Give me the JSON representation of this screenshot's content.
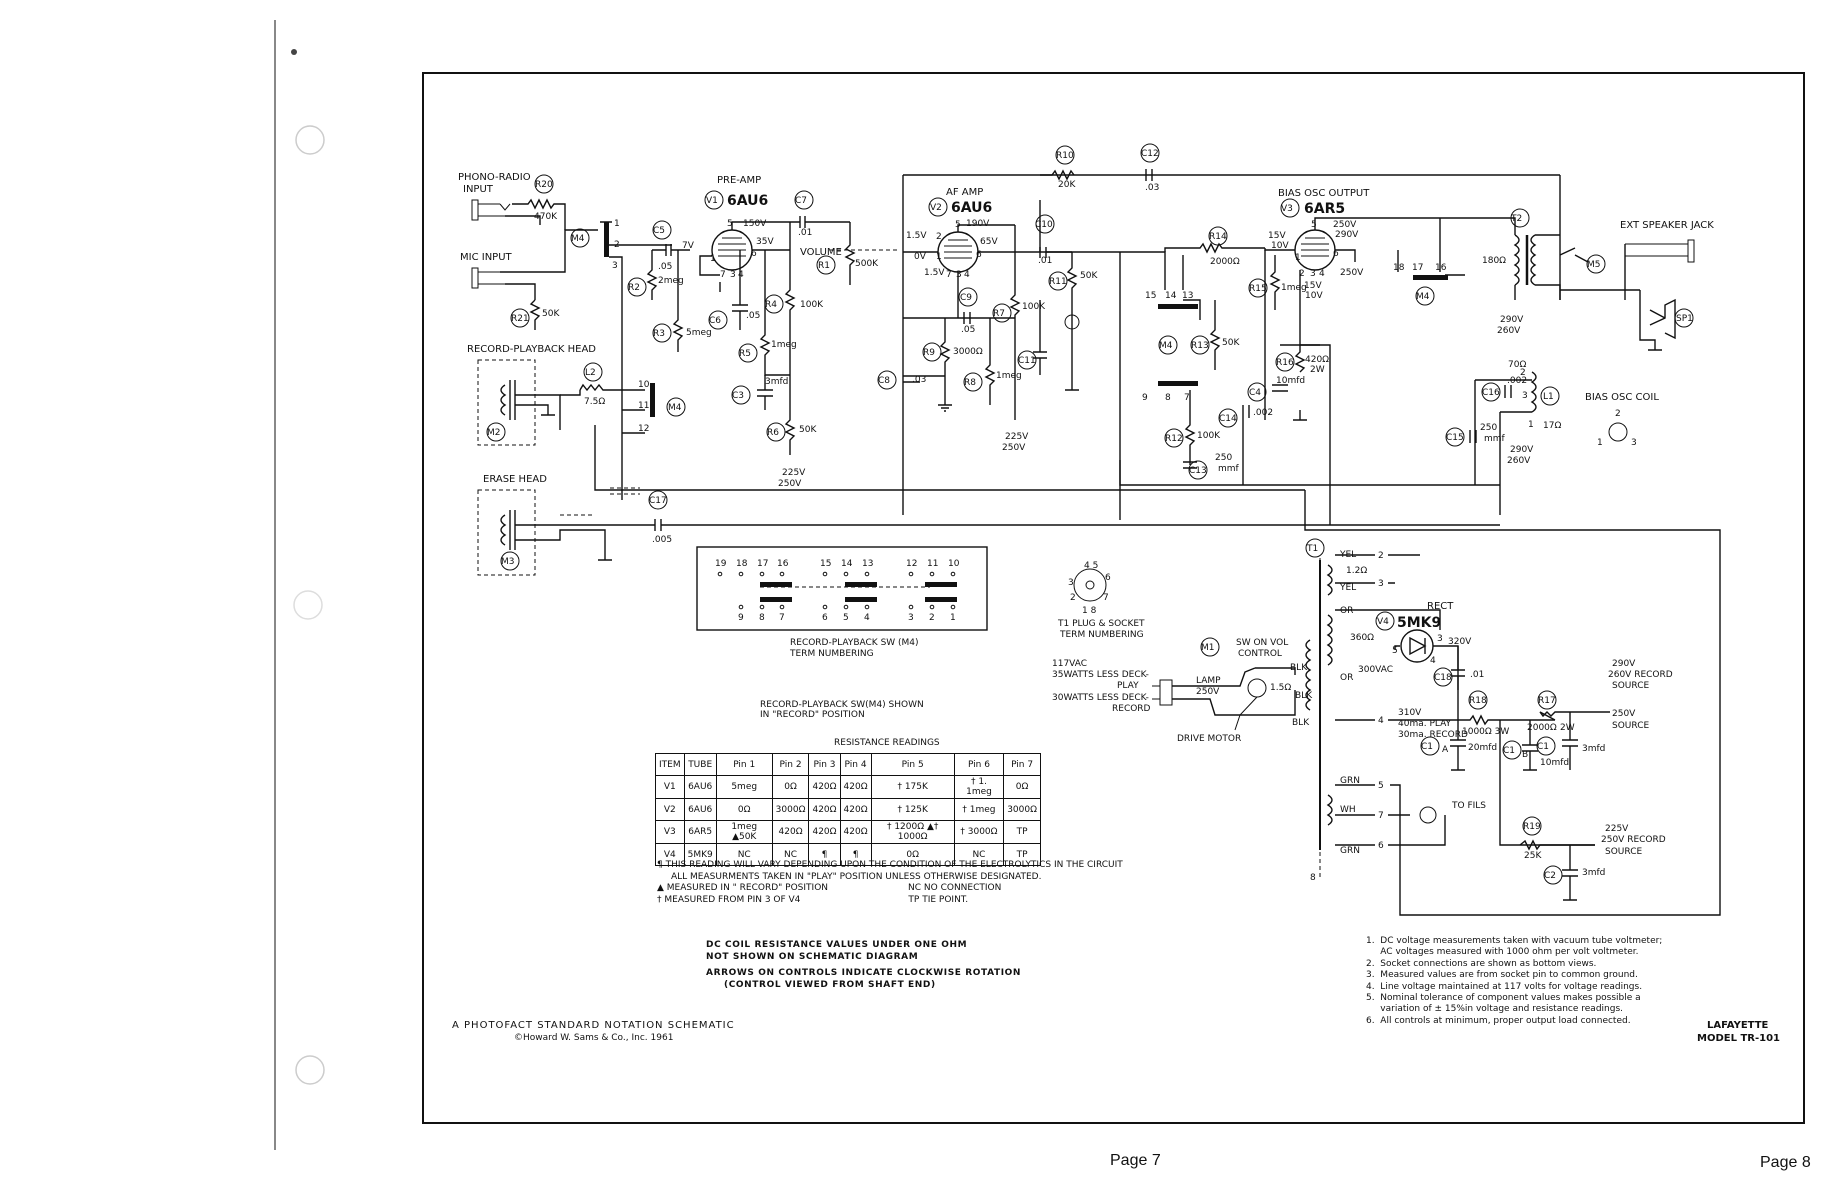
{
  "inputs": {
    "phono_radio": "PHONO-RADIO",
    "input": "INPUT",
    "mic_input": "MIC INPUT",
    "record_playback_head": "RECORD-PLAYBACK HEAD",
    "erase_head": "ERASE HEAD",
    "ext_speaker_jack": "EXT SPEAKER JACK",
    "bias_osc_coil": "BIAS OSC COIL"
  },
  "tubes": {
    "v1": {
      "ref": "V1",
      "type": "6AU6",
      "title": "PRE-AMP"
    },
    "v2": {
      "ref": "V2",
      "type": "6AU6",
      "title": "AF AMP"
    },
    "v3": {
      "ref": "V3",
      "type": "6AR5",
      "title": "BIAS OSC OUTPUT"
    },
    "v4": {
      "ref": "V4",
      "type": "5MK9",
      "title": "RECT"
    }
  },
  "components": {
    "r20": "R20",
    "r20_val": "470K",
    "r21": "R21",
    "r21_val": "50K",
    "r1": "R1",
    "r1_val": "500K",
    "volume": "VOLUME",
    "r2": "R2",
    "r2_val": "2meg",
    "r3": "R3",
    "r3_val": "5meg",
    "r4": "R4",
    "r4_val": "100K",
    "r5": "R5",
    "r5_val": "1meg",
    "r6": "R6",
    "r6_val": "50K",
    "r7": "R7",
    "r7_val": "100K",
    "r8": "R8",
    "r8_val": "1meg",
    "r9": "R9",
    "r9_val": "3000Ω",
    "r10": "R10",
    "r10_val": "20K",
    "r11": "R11",
    "r11_val": "50K",
    "r12": "R12",
    "r12_val": "100K",
    "r13": "R13",
    "r13_val": "50K",
    "r14": "R14",
    "r14_val": "2000Ω",
    "r15": "R15",
    "r15_val": "1meg",
    "r16": "R16",
    "r16_val": "420Ω",
    "r16_w": "2W",
    "c5": "C5",
    "c5_val": ".05",
    "c6": "C6",
    "c6_val": ".05",
    "c7": "C7",
    "c7_val": ".01",
    "c3": "C3",
    "c3_val": "3mfd",
    "c8": "C8",
    "c8_val": ".03",
    "c9": "C9",
    "c9_val": ".05",
    "c10": "C10",
    "c10_val": ".01",
    "c11": "C11",
    "c12": "C12",
    "c12_val": ".03",
    "c13": "C13",
    "c13_val": "250",
    "c13_unit": "mmf",
    "c14": "C14",
    "c14_val": ".002",
    "c4": "C4",
    "c4_val": "10mfd",
    "c15": "C15",
    "c15_val": "250",
    "c15_unit": "mmf",
    "c16": "C16",
    "c16_val": ".002",
    "c17": "C17",
    "c17_val": ".005",
    "c18": "C18",
    "c18_val": ".01",
    "l1": "L1",
    "l1_a": "70Ω",
    "l1_b": "17Ω",
    "l2": "L2",
    "l2_val": "7.5Ω",
    "m1": "M1",
    "m2": "M2",
    "m3": "M3",
    "m4": "M4",
    "m5": "M5",
    "t1": "T1",
    "t2": "T2",
    "t2_val": "180Ω",
    "sp1": "SP1",
    "r17": "R17",
    "r17_val": "2000Ω",
    "r17_w": "2W",
    "r18": "R18",
    "r18_val": "1000Ω 3W",
    "r19": "R19",
    "r19_val": "25K",
    "c1a": "C1",
    "c1a_val": "20mfd",
    "c1b": "C1",
    "c1b_val": "10mfd",
    "c1c": "C1",
    "c1c_val": "3mfd",
    "c2": "C2",
    "c2_val": "3mfd"
  },
  "voltages": {
    "v1_150": "150V",
    "v1_35": "35V",
    "v1_7": "7V",
    "v2_190": "190V",
    "v2_65": "65V",
    "v2_15a": "1.5V",
    "v2_0": "0V",
    "v2_15b": "1.5V",
    "b225": "225V",
    "b250": "250V",
    "b225b": "225V",
    "b250b": "250V",
    "v3_250": "250V",
    "v3_290": "290V",
    "v3_250b": "250V",
    "v3_15": "15V",
    "v3_10": "10V",
    "v3_15b": "15V",
    "v3_10b": "10V",
    "t2_290": "290V",
    "t2_260": "260V",
    "l1_290": "290V",
    "l1_260": "260V",
    "rect_320": "320V",
    "rect_300vac": "300VAC",
    "rec_310": "310V",
    "p1": "290V",
    "p1b": "260V RECORD",
    "p1c": "SOURCE",
    "p2": "250V",
    "p2b": "SOURCE",
    "p3": "225V",
    "p3b": "250V RECORD",
    "p3c": "SOURCE"
  },
  "transformer": {
    "yel": "YEL",
    "yel2": "YEL",
    "or": "OR",
    "or2": "OR",
    "grn": "GRN",
    "grn2": "GRN",
    "wh": "WH",
    "ohm12": "1.2Ω",
    "ohm360": "360Ω",
    "blk": "BLK",
    "blk2": "BLK",
    "blk3": "BLK",
    "ohm15": "1.5Ω",
    "fils": "TO FILS",
    "ma40": "40ma. PLAY",
    "ma30": "30ma. RECORD"
  },
  "power": {
    "sw": "SW ON VOL",
    "ctrl": "CONTROL",
    "vac": "117VAC",
    "w35": "35WATTS LESS DECK-",
    "play": "PLAY",
    "w30": "30WATTS LESS DECK-",
    "record": "RECORD",
    "lamp": "LAMP",
    "lamp_v": "250V",
    "motor": "DRIVE MOTOR"
  },
  "switch": {
    "pins_top": [
      "19",
      "18",
      "17",
      "16",
      "15",
      "14",
      "13",
      "12",
      "11",
      "10"
    ],
    "pins_bottom": [
      "9",
      "8",
      "7",
      "6",
      "5",
      "4",
      "3",
      "2",
      "1"
    ],
    "caption1": "RECORD-PLAYBACK SW (M4)",
    "caption2": "TERM NUMBERING",
    "shown1": "RECORD-PLAYBACK SW(M4) SHOWN",
    "shown2": "IN \"RECORD\" POSITION"
  },
  "socket": {
    "caption1": "T1 PLUG & SOCKET",
    "caption2": "TERM NUMBERING"
  },
  "resistance_table": {
    "title": "RESISTANCE READINGS",
    "headers": [
      "ITEM",
      "TUBE",
      "Pin 1",
      "Pin 2",
      "Pin 3",
      "Pin 4",
      "Pin 5",
      "Pin 6",
      "Pin 7"
    ],
    "rows": [
      [
        "V1",
        "6AU6",
        "5meg",
        "0Ω",
        "420Ω",
        "420Ω",
        "† 175K",
        "† 1. 1meg",
        "0Ω"
      ],
      [
        "V2",
        "6AU6",
        "0Ω",
        "3000Ω",
        "420Ω",
        "420Ω",
        "† 125K",
        "† 1meg",
        "3000Ω"
      ],
      [
        "V3",
        "6AR5",
        "1meg ▲50K",
        "420Ω",
        "420Ω",
        "420Ω",
        "† 1200Ω ▲† 1000Ω",
        "† 3000Ω",
        "TP"
      ],
      [
        "V4",
        "5MK9",
        "NC",
        "NC",
        "¶",
        "¶",
        "0Ω",
        "NC",
        "TP"
      ]
    ]
  },
  "footnotes": {
    "f1": "¶ THIS READING WILL VARY DEPENDING UPON THE CONDITION OF THE ELECTROLYTICS IN THE CIRCUIT",
    "f2": "ALL MEASURMENTS TAKEN IN \"PLAY\" POSITION UNLESS OTHERWISE DESIGNATED.",
    "f3": "▲ MEASURED IN \" RECORD\" POSITION",
    "f3b": "NC NO CONNECTION",
    "f4": "† MEASURED FROM PIN 3 OF V4",
    "f4b": "TP TIE POINT."
  },
  "dc_note": {
    "l1": "DC COIL RESISTANCE VALUES UNDER ONE OHM",
    "l2": "NOT SHOWN ON SCHEMATIC DIAGRAM",
    "l3": "ARROWS ON CONTROLS INDICATE CLOCKWISE ROTATION",
    "l4": "(CONTROL VIEWED FROM SHAFT END)"
  },
  "notes": [
    "1.  DC voltage measurements taken with vacuum tube voltmeter;",
    "     AC voltages measured with 1000 ohm per volt voltmeter.",
    "2.  Socket connections are shown as bottom views.",
    "3.  Measured values are from socket pin to common ground.",
    "4.  Line voltage maintained at 117 volts for voltage readings.",
    "5.  Nominal tolerance of component values makes possible a",
    "     variation of ± 15%in voltage and resistance readings.",
    "6.  All controls at minimum, proper output load connected."
  ],
  "footer": {
    "photofact": "A PHOTOFACT STANDARD NOTATION SCHEMATIC",
    "copyright": "©Howard W. Sams & Co., Inc. 1961",
    "brand": "LAFAYETTE",
    "model": "MODEL TR-101"
  },
  "pages": {
    "left": "Page 7",
    "right": "Page 8"
  }
}
